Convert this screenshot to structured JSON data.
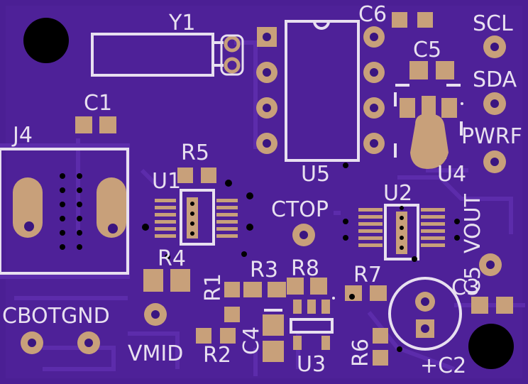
{
  "board": {
    "substrate_color": "#4b1f94",
    "substrate_dark": "#3a1580",
    "trace_color": "#5a2aa8",
    "pad_color": "#c8a07a",
    "silk_color": "#e8e0f0",
    "hole_color": "#000000"
  },
  "labels": {
    "y1": "Y1",
    "c6": "C6",
    "scl": "SCL",
    "c5": "C5",
    "sda": "SDA",
    "c1": "C1",
    "pwrf": "PWRF",
    "j4": "J4",
    "r5": "R5",
    "u5": "U5",
    "u4": "U4",
    "u1": "U1",
    "u2": "U2",
    "ctop": "CTOP",
    "vout": "VOUT",
    "r4": "R4",
    "c5_small": "C5",
    "r3": "R3",
    "r8": "R8",
    "r7": "R7",
    "r1": "R1",
    "c3": "C3",
    "cbotgnd": "CBOTGND",
    "c4": "C4",
    "vmid": "VMID",
    "r2": "R2",
    "u3": "U3",
    "r6": "R6",
    "c2": "+C2"
  }
}
